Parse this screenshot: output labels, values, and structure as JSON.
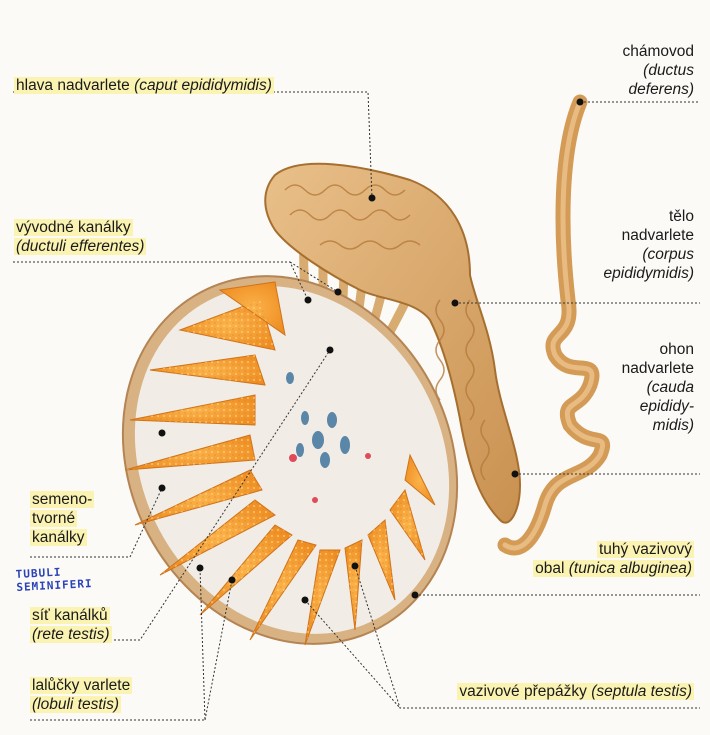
{
  "labels": {
    "hlava": {
      "text": "hlava nadvarlete",
      "latin": "(caput epididymidis)"
    },
    "vyvodne": {
      "line1": "vývodné kanálky",
      "latin": "(ductuli efferentes)"
    },
    "chamovod": {
      "line1": "chámovod",
      "latin1": "(ductus",
      "latin2": "deferens)"
    },
    "telo": {
      "line1": "tělo",
      "line2": "nadvarlete",
      "latin1": "(corpus",
      "latin2": "epididymidis)"
    },
    "ohon": {
      "line1": "ohon",
      "line2": "nadvarlete",
      "latin1": "(cauda",
      "latin2": "epididy-",
      "latin3": "midis)"
    },
    "semeno": {
      "line1": "semeno-",
      "line2": "tvorné",
      "line3": "kanálky"
    },
    "tuhy": {
      "line1": "tuhý vazivový",
      "line2a": "obal",
      "latin": "(tunica albuginea)"
    },
    "sit": {
      "line1": "síť kanálků",
      "latin": "(rete testis)"
    },
    "lalucky": {
      "line1": "lalůčky varlete",
      "latin": "(lobuli testis)"
    },
    "vazivove": {
      "text": "vazivové přepážky",
      "latin": "(septula testis)"
    }
  },
  "handwriting": {
    "line1": "TUBULI",
    "line2": "SEMINIFERI"
  },
  "colors": {
    "lobule": "#f7a53a",
    "testis_rim": "#d9b486",
    "septa": "#f1eee8",
    "epididymis": "#d9a968",
    "highlight": "#fbf3b2"
  }
}
